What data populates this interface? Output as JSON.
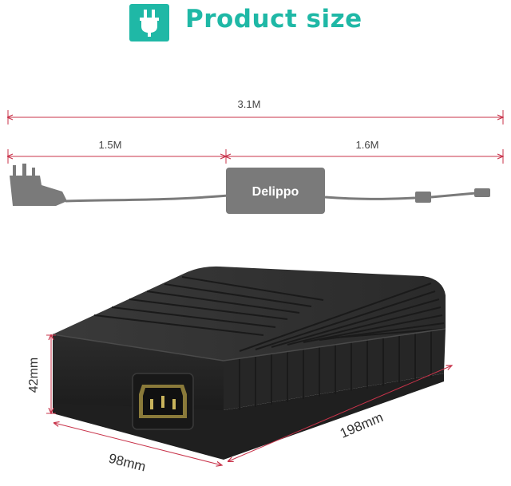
{
  "header": {
    "icon": "plug-icon",
    "accent_color": "#1fb8a6",
    "title": "Product size"
  },
  "cable_diagram": {
    "total_length": "3.1M",
    "segment_left": "1.5M",
    "segment_right": "1.6M",
    "brand": "Delippo"
  },
  "adapter_dimensions": {
    "height": "42mm",
    "width": "98mm",
    "length": "198mm"
  },
  "colors": {
    "dimension_line": "#c8334a",
    "body": "#2c2c2c",
    "cable_diagram": "#7a7a7a"
  }
}
